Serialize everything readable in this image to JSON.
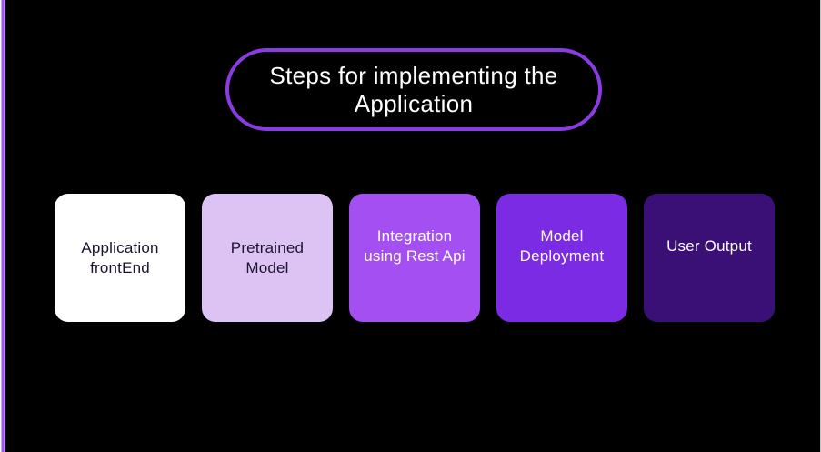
{
  "colors": {
    "background": "#000000",
    "title_border": "#8a3be4",
    "title_text": "#ffffff",
    "stripe_core": "#9a5af2",
    "stripe_light": "#cfaaf6",
    "stripe_edge": "#ffffff",
    "right_edge_line": "#e8e8e8"
  },
  "title": {
    "text": "Steps for implementing the Application"
  },
  "steps": [
    {
      "label": "Application frontEnd",
      "bg": "#ffffff",
      "text_color": "#1d1330"
    },
    {
      "label": "Pretrained Model",
      "bg": "#dcc3f4",
      "text_color": "#1d1330"
    },
    {
      "label": "Integration using Rest Api",
      "bg": "#a34ff1",
      "text_color": "#ffffff"
    },
    {
      "label": "Model Deployment",
      "bg": "#7b2be3",
      "text_color": "#ffffff"
    },
    {
      "label": "User Output",
      "bg": "#3a1076",
      "text_color": "#ffffff"
    }
  ]
}
